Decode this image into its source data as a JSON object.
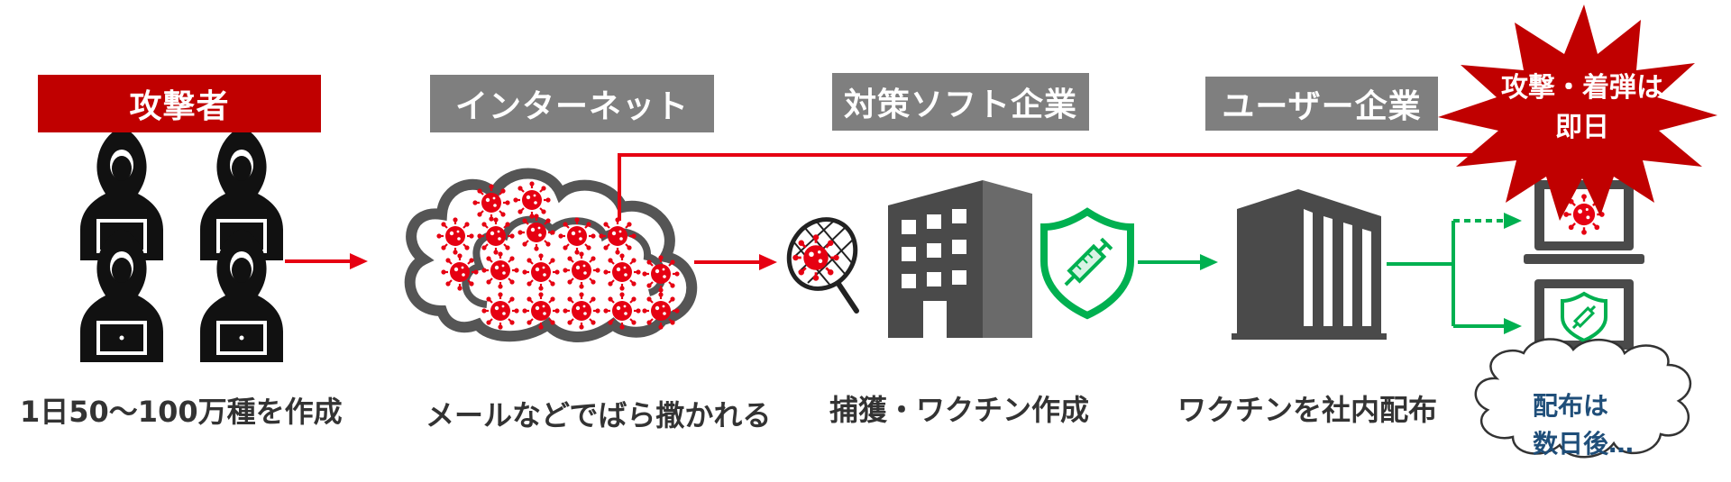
{
  "headers": {
    "attacker": "攻撃者",
    "internet": "インターネット",
    "vendor": "対策ソフト企業",
    "user": "ユーザー企業"
  },
  "captions": {
    "attacker": "1日50～100万種を作成",
    "internet": "メールなどでばら撒かれる",
    "vendor": "捕獲・ワクチン作成",
    "user": "ワクチンを社内配布"
  },
  "burst": {
    "line1": "攻撃・着弾は",
    "line2": "即日"
  },
  "cloud_note": {
    "line1": "配布は",
    "line2": "数日後…"
  },
  "colors": {
    "red_header": "#c00000",
    "gray_header": "#7f7f7f",
    "virus": "#e60012",
    "arrow_red": "#e60012",
    "arrow_green": "#00b050",
    "icon_dark": "#4a4a4a",
    "shield_green": "#00b050",
    "caption_blue": "#1f4e79"
  }
}
